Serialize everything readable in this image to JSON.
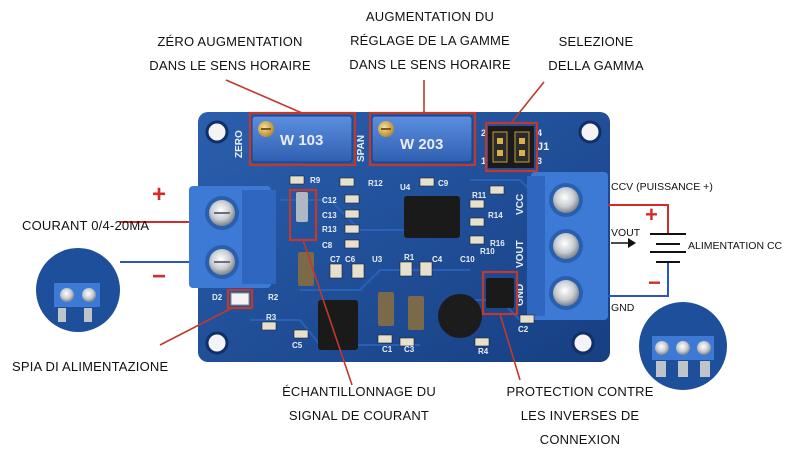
{
  "callouts": {
    "zero": [
      "ZÉRO AUGMENTATION",
      "DANS LE SENS HORAIRE"
    ],
    "span": [
      "AUGMENTATION DU",
      "RÉGLAGE DE LA GAMME",
      "DANS LE SENS HORAIRE"
    ],
    "range": [
      "SELEZIONE",
      "DELLA GAMMA"
    ],
    "current_input": "COURANT 0/4-20MA",
    "power_led": "SPIA DI ALIMENTAZIONE",
    "sampling": [
      "ÉCHANTILLONNAGE DU",
      "SIGNAL DE COURANT"
    ],
    "protection": [
      "PROTECTION CONTRE",
      "LES INVERSES DE",
      "CONNEXION"
    ]
  },
  "terminals": {
    "ccv": "CCV (PUISSANCE +)",
    "vout": "VOUT",
    "gnd": "GND",
    "dc_supply": "ALIMENTATION CC"
  },
  "polarity": {
    "plus": "+",
    "minus": "−"
  },
  "pcb_silkscreen": {
    "pot1": "W 103",
    "pot2": "W 203",
    "zero": "ZERO",
    "span": "SPAN",
    "jumper": "J1",
    "pins": [
      "2",
      "4",
      "1",
      "3"
    ],
    "vcc": "VCC",
    "vout": "VOUT",
    "gnd": "GND",
    "parts": [
      "R9",
      "R12",
      "U4",
      "C9",
      "C12",
      "C13",
      "R13",
      "C8",
      "R11",
      "C10",
      "R10",
      "R16",
      "R14",
      "C7",
      "C6",
      "U3",
      "R1",
      "C4",
      "R3",
      "C5",
      "C1",
      "C3",
      "R4",
      "C2",
      "D2",
      "R2"
    ]
  },
  "colors": {
    "pcb": "#1d4f9b",
    "terminal": "#4a86e0",
    "callout_box": "#c0392b",
    "arrow": "#111111"
  }
}
